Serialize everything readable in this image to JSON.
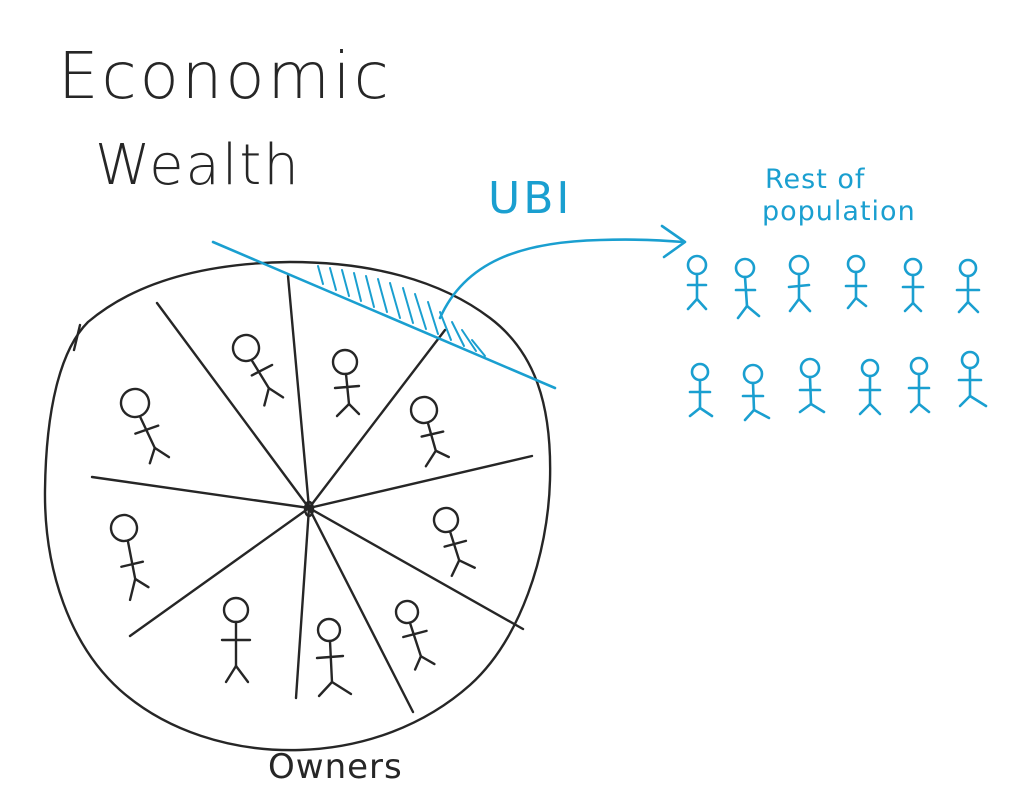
{
  "title": {
    "line1": "Economic",
    "line2": "Wealth"
  },
  "labels": {
    "ubi": "UBI",
    "rest_line1": "Rest of",
    "rest_line2": "population",
    "owners": "Owners"
  },
  "colors": {
    "ink": "#262626",
    "accent": "#1a9fd0"
  },
  "pie": {
    "slice_count": 9,
    "owner_figure_count": 9
  },
  "population": {
    "rows": 2,
    "figures_per_row": 6
  },
  "icons": {
    "owner_figure": "stick-figure-icon",
    "population_figure": "stick-figure-icon",
    "transfer_arrow": "curved-arrow-icon"
  }
}
